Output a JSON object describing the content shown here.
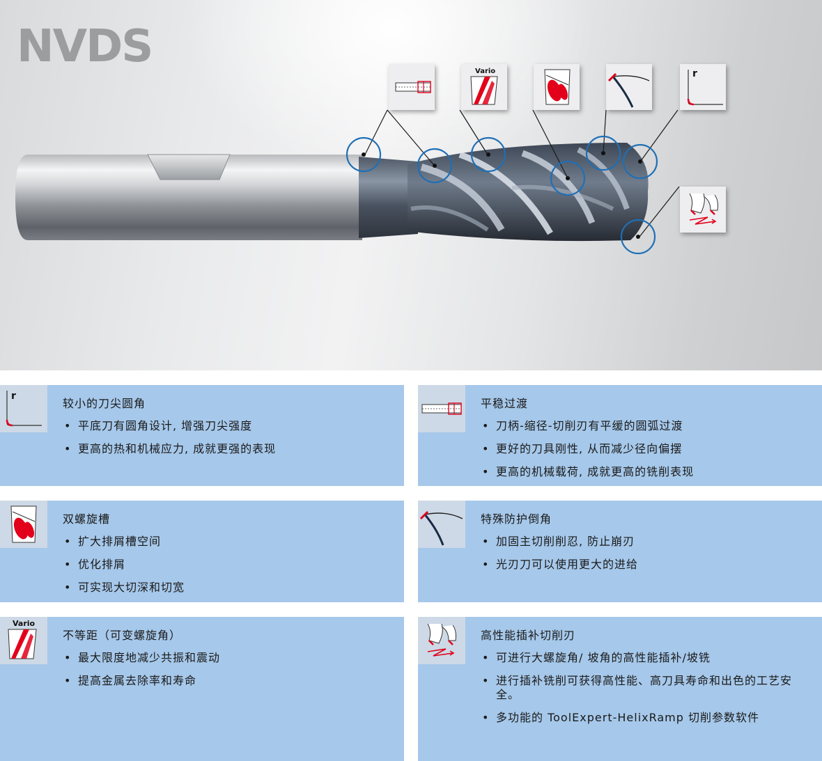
{
  "product": {
    "name": "NVDS"
  },
  "thumbnails": {
    "vario_label": "Vario",
    "radius_label": "r"
  },
  "features": [
    {
      "id": "corner-radius",
      "icon": "corner-radius-icon",
      "icon_label": "r",
      "title": "较小的刀尖圆角",
      "bullets": [
        "平底刀有圆角设计, 增强刀尖强度",
        "更高的热和机械应力, 成就更强的表现"
      ]
    },
    {
      "id": "smooth-transition",
      "icon": "shank-transition-icon",
      "icon_label": "",
      "title": "平稳过渡",
      "bullets": [
        "刀柄-缩径-切削刃有平缓的圆弧过渡",
        "更好的刀具刚性, 从而减少径向偏摆",
        "更高的机械载荷, 成就更高的铣削表现"
      ]
    },
    {
      "id": "double-flute",
      "icon": "double-helix-flute-icon",
      "icon_label": "",
      "title": "双螺旋槽",
      "bullets": [
        "扩大排屑槽空间",
        "优化排屑",
        "可实现大切深和切宽"
      ]
    },
    {
      "id": "protective-chamfer",
      "icon": "protective-chamfer-icon",
      "icon_label": "",
      "title": "特殊防护倒角",
      "bullets": [
        "加固主切削削忍, 防止崩刃",
        "光刃刀可以使用更大的进给"
      ]
    },
    {
      "id": "unequal-pitch",
      "icon": "vario-helix-icon",
      "icon_label": "Vario",
      "title": "不等距（可变螺旋角）",
      "bullets": [
        "最大限度地减少共振和震动",
        "提高金属去除率和寿命"
      ]
    },
    {
      "id": "interpolation-edge",
      "icon": "helix-ramp-icon",
      "icon_label": "",
      "title": "高性能插补切削刃",
      "bullets": [
        "可进行大螺旋角/ 坡角的高性能插补/坡铣",
        "进行插补铣削可获得高性能、高刀具寿命和出色的工艺安全。",
        "多功能的 ToolExpert-HelixRamp 切削参数软件"
      ]
    }
  ],
  "colors": {
    "card_background": "#a6c8ea",
    "icon_background": "#cdd9e6",
    "callout_blue": "#1f6fb5",
    "accent_red": "#e2001a",
    "title_gray": "#9c9d9f"
  }
}
